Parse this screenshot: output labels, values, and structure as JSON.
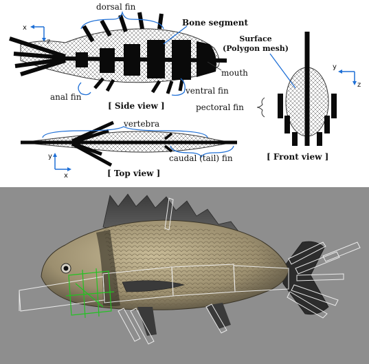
{
  "figure": {
    "colors": {
      "axis": "#1e6fd6",
      "bracket": "#1e6fd6",
      "bone": "#0a0a0a",
      "render_bg": "#8e8e8e",
      "wire": "#f2f2f2",
      "wire_selected": "#22c322"
    },
    "labels": {
      "dorsal_fin": "dorsal fin",
      "bone_segment": "Bone segment",
      "surface_line1": "Surface",
      "surface_line2": "(Polygon mesh)",
      "mouth": "mouth",
      "anal_fin": "anal fin",
      "ventral_fin": "ventral fin",
      "side_view": "[ Side view ]",
      "pectoral_fin": "pectoral fin",
      "vertebra": "vertebra",
      "caudal_fin": "caudal (tail) fin",
      "top_view": "[ Top view ]",
      "front_view": "[ Front view ]"
    },
    "axes": {
      "side": {
        "h": "x",
        "v": "z"
      },
      "top": {
        "h": "x",
        "v": "y"
      },
      "front": {
        "h": "y",
        "v": "z"
      }
    }
  }
}
